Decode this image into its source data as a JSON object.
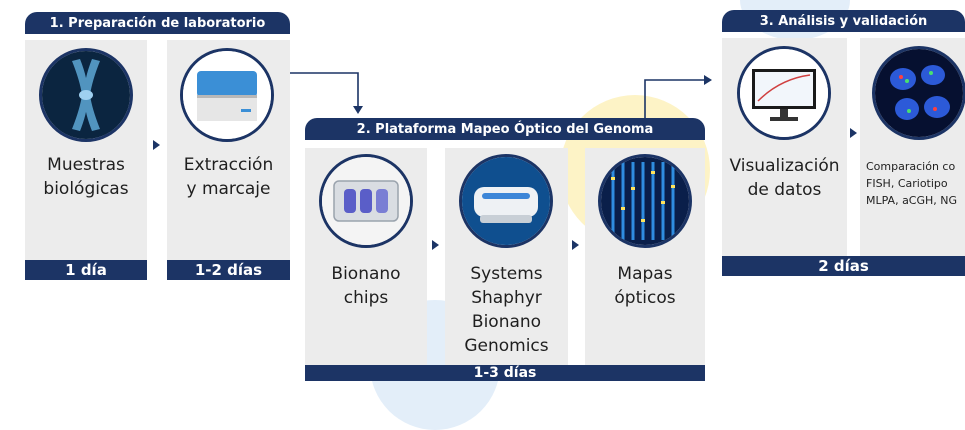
{
  "sections": [
    {
      "title": "1. Preparación de laboratorio",
      "duration": "1 día",
      "duration_2": "1-2 días"
    },
    {
      "title": "2. Plataforma Mapeo Óptico del Genoma",
      "duration": "1-3 días"
    },
    {
      "title": "3. Análisis y validación",
      "duration": "2 días"
    }
  ],
  "cards": [
    {
      "label": "Muestras\nbiológicas",
      "icon": "chromosome-icon"
    },
    {
      "label": "Extracción\ny marcaje",
      "icon": "extraction-kit-icon"
    },
    {
      "label": "Bionano\nchips",
      "icon": "chip-icon"
    },
    {
      "label": "Systems\nShaphyr\nBionano\nGenomics",
      "icon": "instrument-icon"
    },
    {
      "label": "Mapas\nópticos",
      "icon": "optical-map-icon"
    },
    {
      "label": "Visualización\nde datos",
      "icon": "monitor-icon"
    },
    {
      "label": "Comparación co\nFISH, Cariotipo\nMLPA, aCGH, NG",
      "icon": "fish-cells-icon"
    }
  ],
  "colors": {
    "navy": "#1c3465",
    "card": "#ececec",
    "accent_yellow": "#fdf3c6",
    "accent_blue": "#e3eef9"
  }
}
